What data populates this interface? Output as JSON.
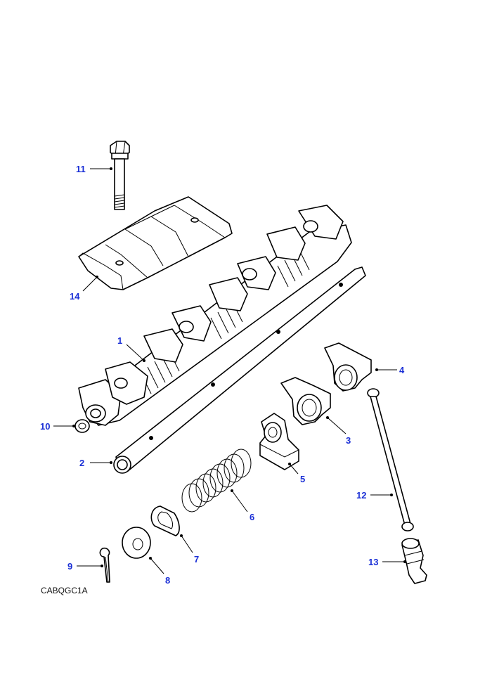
{
  "diagram": {
    "code": "CABQGC1A",
    "accent_color": "#1a2fd6",
    "callouts": [
      {
        "id": "1",
        "label": "1"
      },
      {
        "id": "2",
        "label": "2"
      },
      {
        "id": "3",
        "label": "3"
      },
      {
        "id": "4",
        "label": "4"
      },
      {
        "id": "5",
        "label": "5"
      },
      {
        "id": "6",
        "label": "6"
      },
      {
        "id": "7",
        "label": "7"
      },
      {
        "id": "8",
        "label": "8"
      },
      {
        "id": "9",
        "label": "9"
      },
      {
        "id": "10",
        "label": "10"
      },
      {
        "id": "11",
        "label": "11"
      },
      {
        "id": "12",
        "label": "12"
      },
      {
        "id": "13",
        "label": "13"
      },
      {
        "id": "14",
        "label": "14"
      }
    ]
  }
}
